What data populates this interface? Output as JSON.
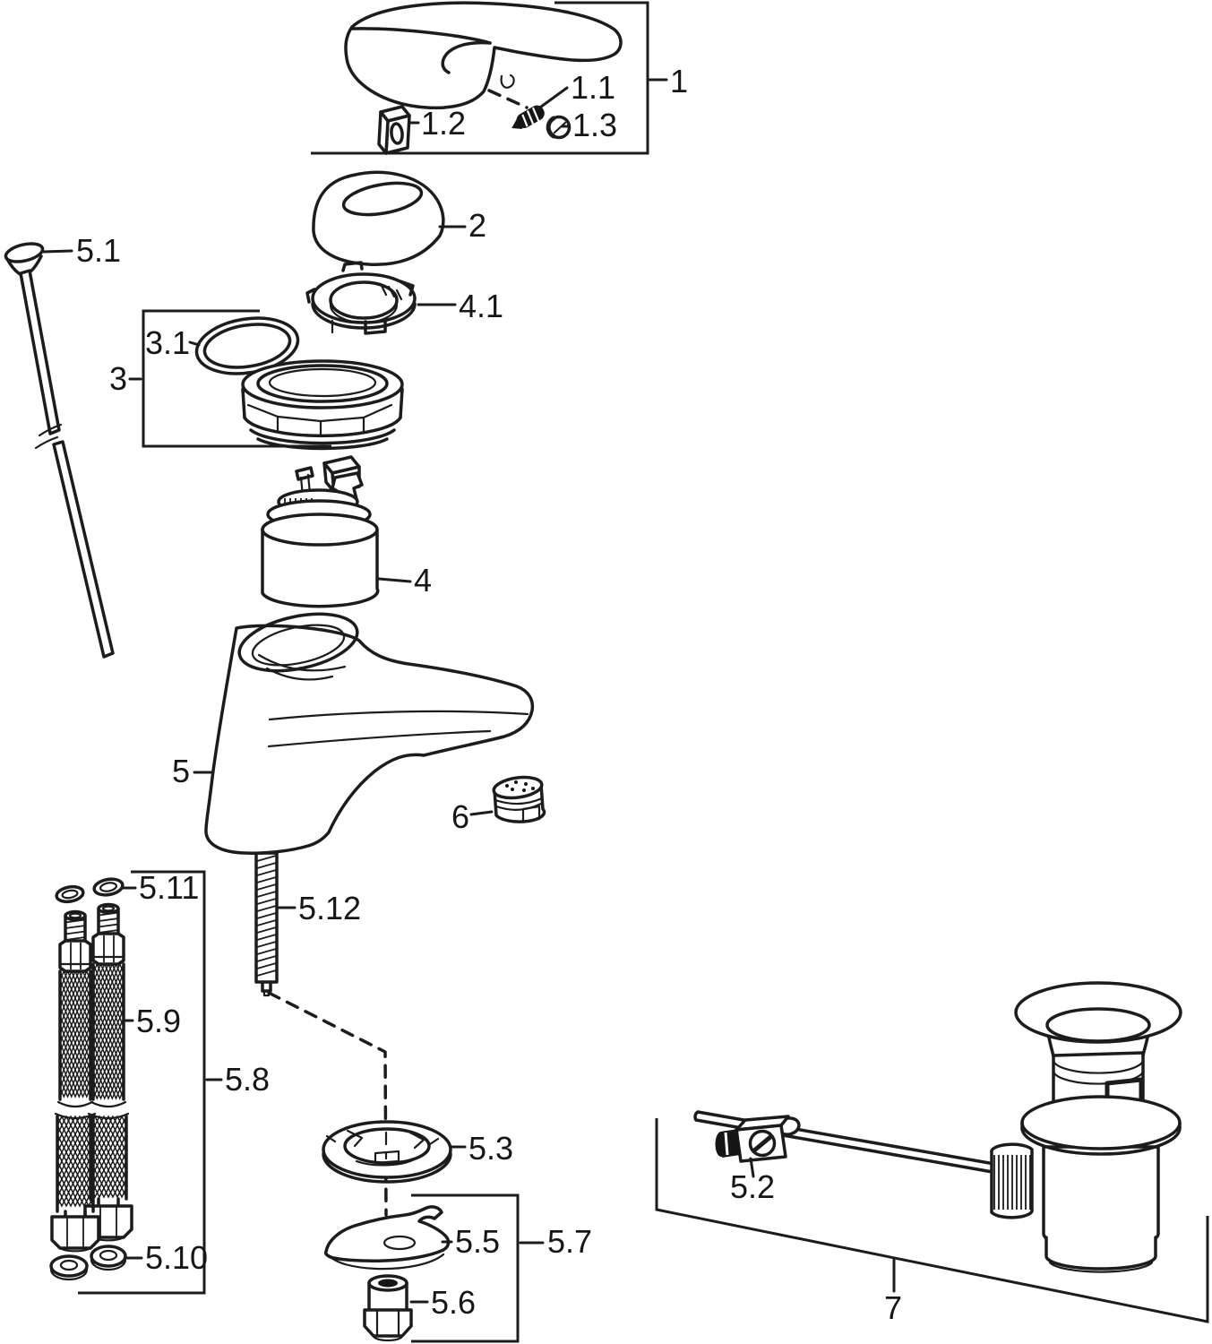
{
  "colors": {
    "ink": "#1c1c1c",
    "background": "#ffffff"
  },
  "labels": {
    "n1": "1",
    "n1_1": "1.1",
    "n1_2": "1.2",
    "n1_3": "1.3",
    "n2": "2",
    "n3": "3",
    "n3_1": "3.1",
    "n4": "4",
    "n4_1": "4.1",
    "n5": "5",
    "n5_1": "5.1",
    "n5_2": "5.2",
    "n5_3": "5.3",
    "n5_5": "5.5",
    "n5_6": "5.6",
    "n5_7": "5.7",
    "n5_8": "5.8",
    "n5_9": "5.9",
    "n5_10": "5.10",
    "n5_11": "5.11",
    "n5_12": "5.12",
    "n6": "6",
    "n7": "7"
  }
}
